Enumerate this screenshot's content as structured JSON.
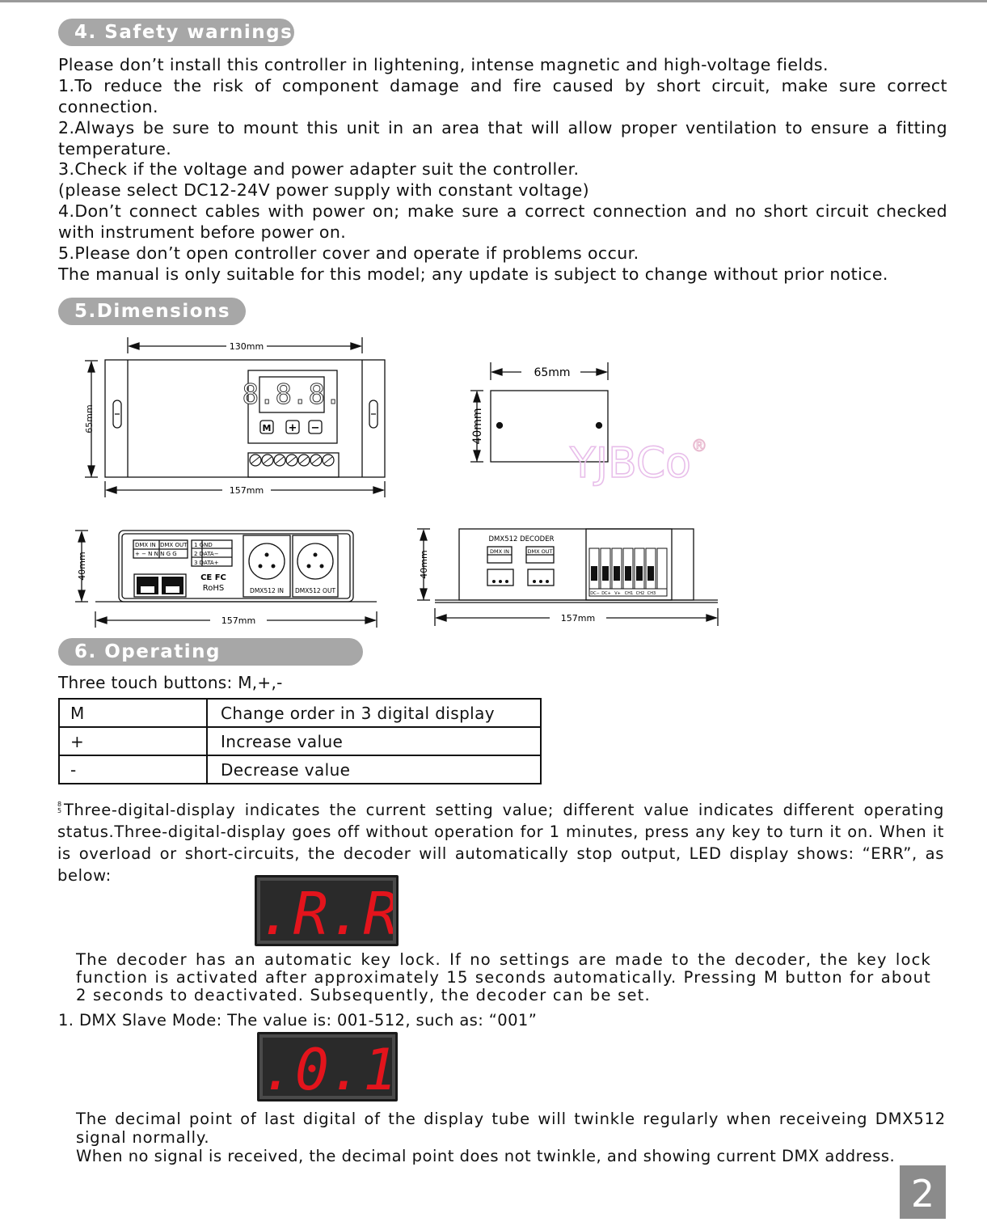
{
  "sections": {
    "safety": {
      "title": "4. Safety warnings",
      "lines": [
        "Please don’t install this controller in lightening, intense magnetic and high-voltage fields.",
        "1.To reduce the risk of component damage and fire caused by short circuit, make sure correct connection.",
        "2.Always be sure to mount this unit in an area that will allow proper ventilation to ensure a fitting temperature.",
        "3.Check if the voltage and power adapter suit the controller.",
        "(please select DC12-24V power supply with constant voltage)",
        "4.Don’t connect cables with power on; make sure a correct connection and no short circuit checked with instrument before power on.",
        "5.Please don’t open controller cover and operate if problems occur.",
        "The manual is only suitable for this model; any update is subject to change without prior notice."
      ]
    },
    "dimensions": {
      "title": "5.Dimensions",
      "labels": {
        "front_width": "130mm",
        "front_height": "65mm",
        "front_total": "157mm",
        "side_width": "65mm",
        "side_height": "40mm",
        "rear_height": "40mm",
        "rear_width": "157mm",
        "side2_height": "40mm",
        "side2_width": "157mm",
        "display_digits": "8.8.8.",
        "btn_m": "M",
        "btn_plus": "+",
        "btn_minus": "−",
        "dmx_in": "DMX512  IN",
        "dmx_out": "DMX512  OUT",
        "dmx_in_small": "DMX  IN",
        "dmx_out_small": "DMX  OUT",
        "pin_header": "+ −  N  N  N  G  G",
        "pin1": "1   GND",
        "pin2": "2   DATA−",
        "pin3": "3   DATA+",
        "cert": "CE FC",
        "rohs": "RoHS",
        "decoder_title": "DMX512  DECODER",
        "terminal_labels": [
          "DC−",
          "DC+",
          "V+",
          "CH1",
          "CH2",
          "CH3"
        ],
        "logo": "YJBCo",
        "registered": "®"
      }
    },
    "operating": {
      "title": "6. Operating instructions",
      "caption": "Three touch buttons: M,+,-",
      "table": [
        {
          "key": "M",
          "value": "Change order in 3 digital display"
        },
        {
          "key": "+",
          "value": "Increase value"
        },
        {
          "key": "-",
          "value": "Decrease value"
        }
      ],
      "note_mark": "8 5",
      "note": "Three-digital-display indicates the current setting value; different value indicates different operating status.Three-digital-display goes off without operation for 1 minutes, press any key to turn it on. When it is overload or short-circuits, the decoder will automatically stop output, LED display shows:  “ERR”, as below:",
      "err_display": "E.R.R.",
      "lock_text": "The decoder has an automatic key lock. If no settings are made to the decoder,  the key lock function is activated after approximately 15 seconds automatically. Pressing M button for about 2 seconds to deactivated.  Subsequently,  the decoder can be set.",
      "mode1": "1. DMX Slave Mode: The value is: 001-512, such as: “001”",
      "mode1_display": "0.0.1.",
      "decimal_text": "The decimal point of last digital of the display tube will twinkle regularly when receiveing DMX512 signal normally.",
      "nosignal_text": "When no signal is received, the decimal point does not twinkle, and showing current DMX address."
    }
  },
  "page_number": "2",
  "colors": {
    "pill": "#a7a7a7",
    "led_red": "#e3141c",
    "led_off": "#5a5a5a",
    "page_box": "#8b8b8b"
  }
}
